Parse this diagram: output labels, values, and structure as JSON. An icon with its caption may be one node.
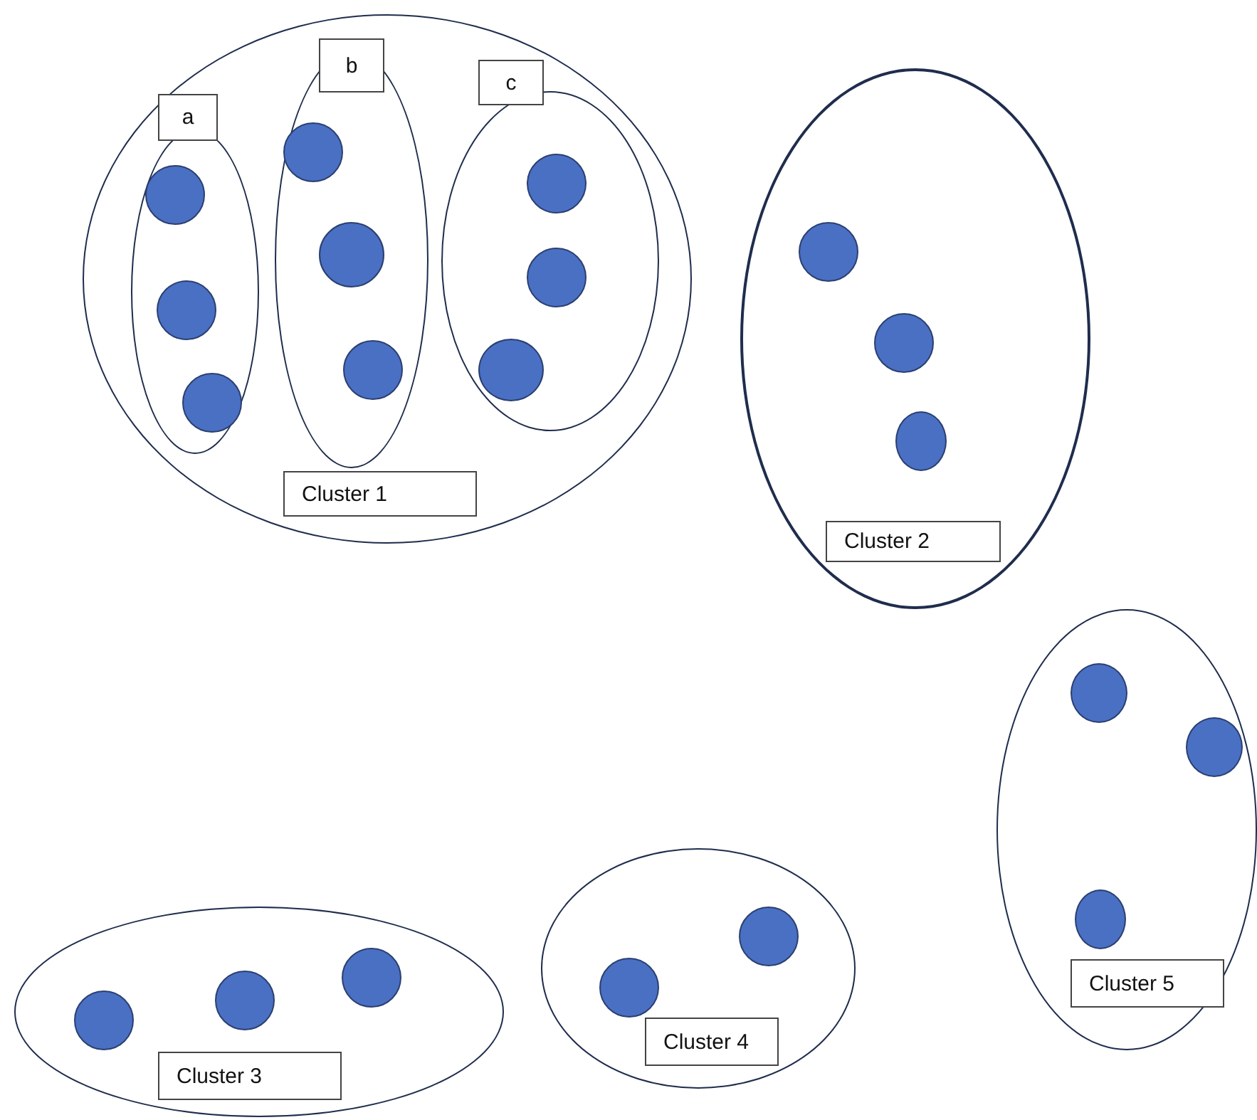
{
  "diagram": {
    "nodes": [
      {
        "text": [
          "Cluster 1"
        ]
      },
      {
        "text": [
          "a"
        ],
        "in": 0
      },
      {
        "text": [],
        "shape": "circle",
        "in": 1
      },
      {
        "text": [],
        "shape": "circle",
        "in": 1
      },
      {
        "text": [],
        "shape": "circle",
        "in": 1
      },
      {
        "text": [
          "b"
        ],
        "in": 0
      },
      {
        "text": [],
        "shape": "circle",
        "in": 5
      },
      {
        "text": [],
        "shape": "circle",
        "in": 5
      },
      {
        "text": [],
        "shape": "circle",
        "in": 5
      },
      {
        "text": [
          "c"
        ],
        "in": 0
      },
      {
        "text": [],
        "shape": "circle",
        "in": 9
      },
      {
        "text": [],
        "shape": "circle",
        "in": 9
      },
      {
        "text": [],
        "shape": "circle",
        "in": 9
      },
      {
        "text": [
          "Cluster 2"
        ]
      },
      {
        "text": [],
        "shape": "circle",
        "in": 13
      },
      {
        "text": [],
        "shape": "circle",
        "in": 13
      },
      {
        "text": [],
        "shape": "circle",
        "in": 13
      },
      {
        "text": [
          "Cluster 5"
        ]
      },
      {
        "text": [],
        "shape": "circle",
        "in": 17
      },
      {
        "text": [],
        "shape": "circle",
        "in": 17
      },
      {
        "text": [],
        "shape": "circle",
        "in": 17
      },
      {
        "text": [
          "Cluster 3"
        ]
      },
      {
        "text": [],
        "shape": "circle",
        "in": 21
      },
      {
        "text": [],
        "shape": "circle",
        "in": 21
      },
      {
        "text": [],
        "shape": "circle",
        "in": 21
      },
      {
        "text": [
          "Cluster 4"
        ]
      },
      {
        "text": [],
        "shape": "circle",
        "in": 25
      },
      {
        "text": [],
        "shape": "circle",
        "in": 25
      }
    ]
  }
}
